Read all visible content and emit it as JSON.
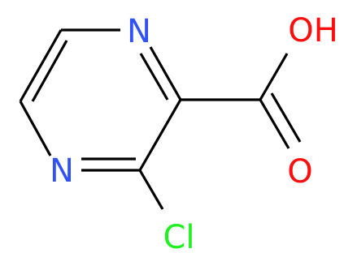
{
  "molecule": {
    "atoms": {
      "n_top": "N",
      "n_bottom": "N",
      "oh": "OH",
      "o_carbonyl": "O",
      "cl": "Cl"
    }
  },
  "colors": {
    "nitrogen": "#3050f8",
    "oxygen": "#ff0d0d",
    "chlorine": "#1ff01f",
    "bond": "#000000",
    "background": "#ffffff"
  }
}
